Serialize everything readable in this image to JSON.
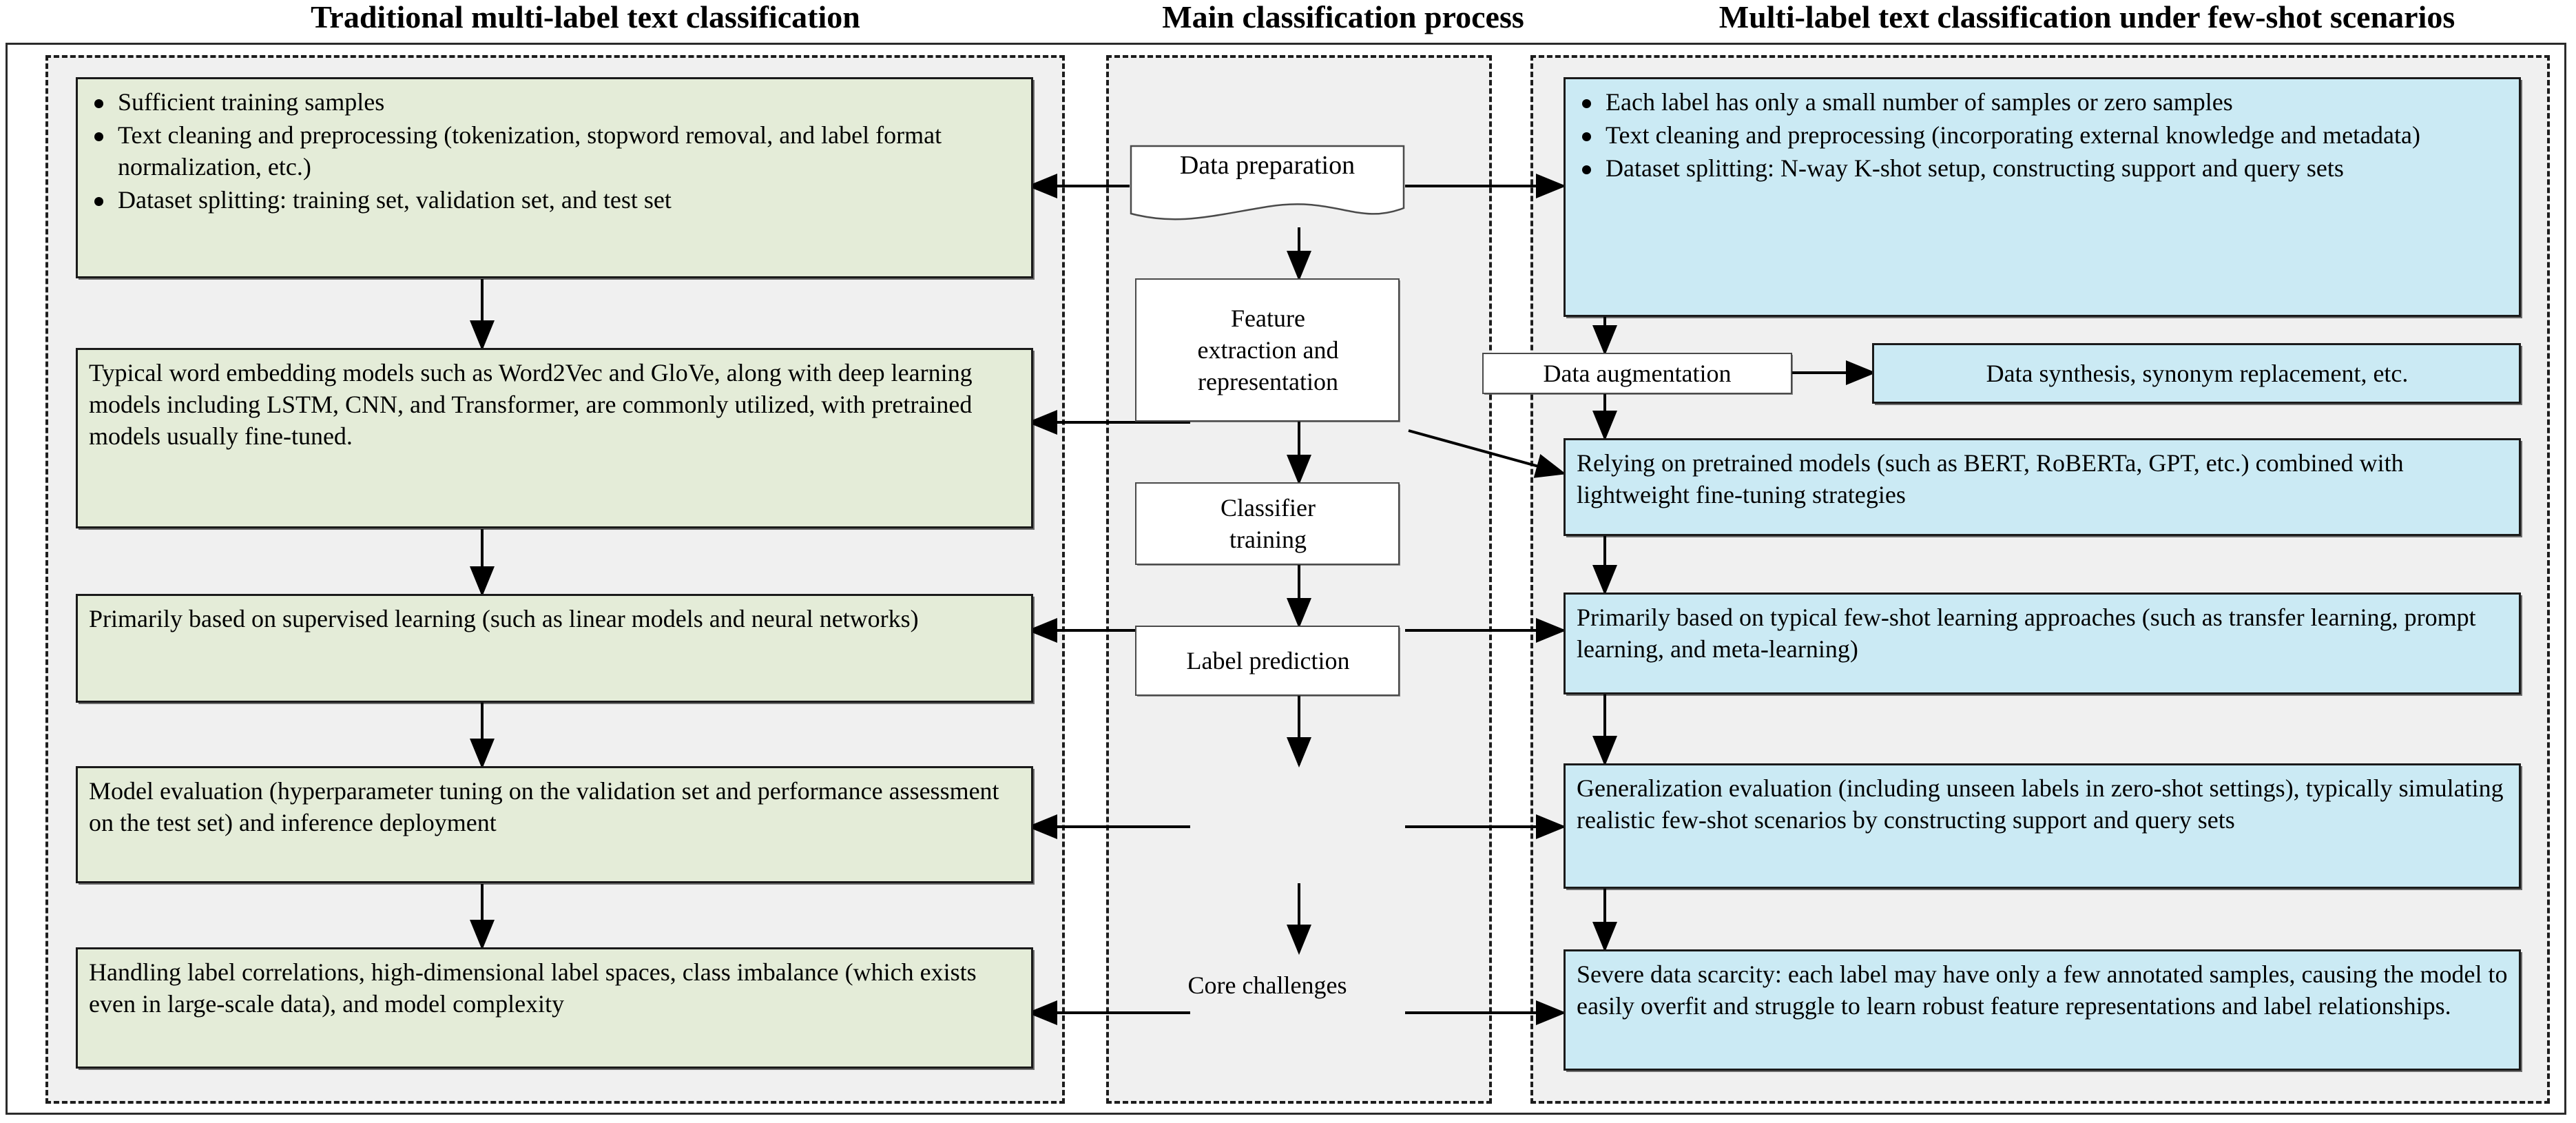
{
  "headings": {
    "left": "Traditional multi-label text classification",
    "middle": "Main classification process",
    "right": "Multi-label text classification under few-shot scenarios"
  },
  "colors": {
    "left_box_fill": "#e4ecd8",
    "right_box_fill": "#cbeaf4",
    "center_box_fill": "#ffffff",
    "panel_fill": "#f0f0f0",
    "border": "#1a1a1a"
  },
  "center_column": {
    "stages": [
      {
        "id": "data-preparation",
        "label": "Data preparation",
        "shape": "document-wave"
      },
      {
        "id": "feature-extraction",
        "label": "Feature extraction and representation",
        "shape": "rect",
        "lines": [
          "Feature",
          "extraction and",
          "representation"
        ]
      },
      {
        "id": "classifier-training",
        "label": "Classifier training",
        "shape": "rect",
        "lines": [
          "Classifier",
          "training"
        ]
      },
      {
        "id": "label-prediction",
        "label": "Label prediction",
        "shape": "rect",
        "lines": [
          "Label prediction"
        ]
      },
      {
        "id": "core-challenges",
        "label": "Core challenges",
        "shape": "plain",
        "lines": [
          "Core challenges"
        ]
      }
    ]
  },
  "left_column": {
    "boxes": [
      {
        "id": "traditional-data-preparation",
        "type": "bullets",
        "bullets": [
          "Sufficient training samples",
          "Text cleaning and preprocessing (tokenization, stopword removal, and label format normalization, etc.)",
          "Dataset splitting: training set, validation set, and test set"
        ]
      },
      {
        "id": "traditional-feature-extraction",
        "type": "paragraph",
        "text": "Typical word embedding models such as Word2Vec and GloVe, along with deep learning models including LSTM, CNN, and Transformer, are commonly utilized, with pretrained models usually fine-tuned."
      },
      {
        "id": "traditional-classifier-training",
        "type": "paragraph",
        "text": "Primarily based on supervised learning (such as linear models and neural networks)"
      },
      {
        "id": "traditional-label-prediction",
        "type": "paragraph",
        "text": "Model evaluation (hyperparameter tuning on the validation set and performance assessment on the test set) and inference deployment"
      },
      {
        "id": "traditional-core-challenges",
        "type": "paragraph",
        "text": "Handling label correlations, high-dimensional label spaces, class imbalance (which exists even in large-scale data), and model complexity"
      }
    ]
  },
  "right_column": {
    "boxes": [
      {
        "id": "fewshot-data-preparation",
        "type": "bullets",
        "bullets": [
          "Each label has only a small number of samples or zero samples",
          "Text cleaning and preprocessing (incorporating external knowledge and metadata)",
          "Dataset splitting: N-way K-shot setup, constructing support and query sets"
        ]
      },
      {
        "id": "data-augmentation",
        "type": "label",
        "text": "Data augmentation"
      },
      {
        "id": "data-synthesis",
        "type": "paragraph",
        "text": "Data synthesis, synonym replacement, etc."
      },
      {
        "id": "fewshot-feature-extraction",
        "type": "paragraph",
        "text": "Relying on pretrained models (such as BERT, RoBERTa, GPT, etc.) combined with lightweight fine-tuning strategies"
      },
      {
        "id": "fewshot-classifier-training",
        "type": "paragraph",
        "text": "Primarily based on typical few-shot learning approaches (such as transfer learning, prompt learning, and meta-learning)"
      },
      {
        "id": "fewshot-label-prediction",
        "type": "paragraph",
        "text": "Generalization evaluation (including unseen labels in zero-shot settings), typically simulating realistic few-shot scenarios by constructing support and query sets"
      },
      {
        "id": "fewshot-core-challenges",
        "type": "paragraph",
        "text": "Severe data scarcity: each label may have only a few annotated samples, causing the model to easily overfit and struggle to learn robust feature representations and label relationships."
      }
    ]
  }
}
